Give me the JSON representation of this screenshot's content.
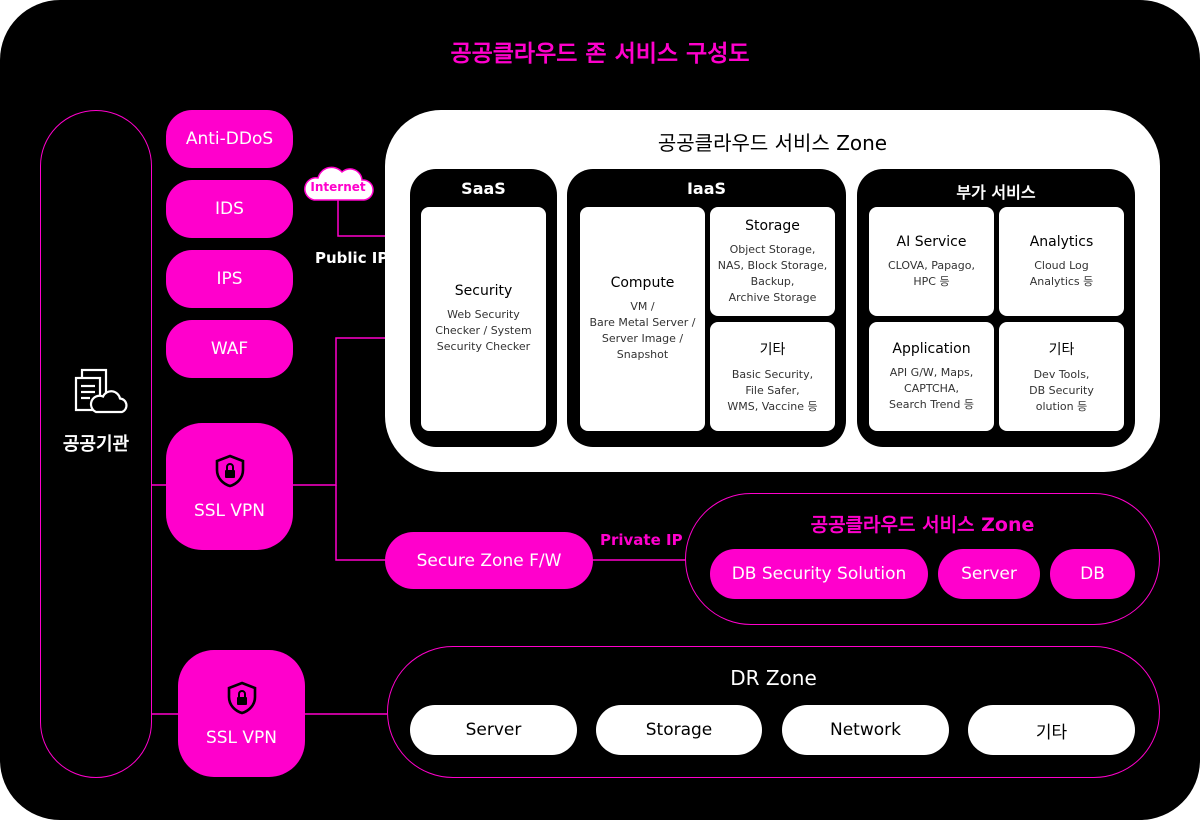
{
  "title": "공공클라우드 존 서비스 구성도",
  "agency": {
    "label": "공공기관",
    "icon": "document-cloud-icon"
  },
  "security_pills": [
    "Anti-DDoS",
    "IDS",
    "IPS",
    "WAF"
  ],
  "ssl_vpn_1": {
    "label": "SSL VPN",
    "icon": "shield-lock-icon"
  },
  "ssl_vpn_2": {
    "label": "SSL VPN",
    "icon": "shield-lock-icon"
  },
  "internet": {
    "label": "Internet",
    "icon": "cloud-icon"
  },
  "public_ip": "Public IP",
  "private_ip": "Private IP",
  "secure_zone_fw": "Secure Zone F/W",
  "service_zone": {
    "title": "공공클라우드 서비스 Zone",
    "saas": {
      "title": "SaaS",
      "security": {
        "title": "Security",
        "desc": [
          "Web Security",
          "Checker / System",
          "Security Checker"
        ]
      }
    },
    "iaas": {
      "title": "IaaS",
      "compute": {
        "title": "Compute",
        "desc": [
          "VM /",
          "Bare Metal Server /",
          "Server Image /",
          "Snapshot"
        ]
      },
      "storage": {
        "title": "Storage",
        "desc": [
          "Object Storage,",
          "NAS, Block Storage,",
          "Backup,",
          "Archive Storage"
        ]
      },
      "etc": {
        "title": "기타",
        "desc": [
          "Basic Security,",
          "File Safer,",
          "WMS, Vaccine 등"
        ]
      }
    },
    "addon": {
      "title": "부가 서비스",
      "ai": {
        "title": "AI Service",
        "desc": [
          "CLOVA, Papago,",
          "HPC 등"
        ]
      },
      "analytics": {
        "title": "Analytics",
        "desc": [
          "Cloud Log",
          "Analytics 등"
        ]
      },
      "application": {
        "title": "Application",
        "desc": [
          "API G/W, Maps,",
          "CAPTCHA,",
          "Search Trend 등"
        ]
      },
      "etc": {
        "title": "기타",
        "desc": [
          "Dev Tools,",
          "DB Security",
          "olution 등"
        ]
      }
    }
  },
  "service_zone_2": {
    "title": "공공클라우드 서비스 Zone",
    "items": [
      "DB Security Solution",
      "Server",
      "DB"
    ]
  },
  "dr_zone": {
    "title": "DR Zone",
    "items": [
      "Server",
      "Storage",
      "Network",
      "기타"
    ]
  },
  "colors": {
    "accent": "#ff00cc",
    "background": "#000000",
    "card": "#ffffff"
  }
}
